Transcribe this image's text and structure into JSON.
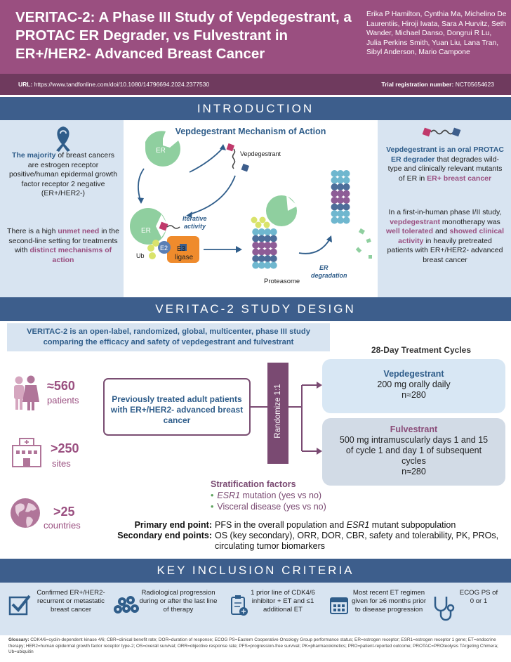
{
  "header": {
    "title": "VERITAC-2: A Phase III Study of Vepdegestrant, a PROTAC ER Degrader, vs Fulvestrant in ER+/HER2- Advanced Breast Cancer",
    "authors": "Erika P Hamilton, Cynthia Ma, Michelino De Laurentiis, Hiroji Iwata, Sara A Hurvitz, Seth Wander, Michael Danso, Dongrui R Lu, Julia Perkins Smith, Yuan Liu, Lana Tran, Sibyl Anderson, Mario Campone",
    "url_label": "URL:",
    "url": "https://www.tandfonline.com/doi/10.1080/14796694.2024.2377530",
    "trial_label": "Trial registration number:",
    "trial_number": "NCT05654623",
    "bg_color": "#9a4f80"
  },
  "intro": {
    "section_title": "INTRODUCTION",
    "left1_highlight": "The majority",
    "left1_text": "of breast cancers are estrogen receptor positive/human epidermal growth factor receptor 2 negative (ER+/HER2-)",
    "left2_a": "There is a high",
    "left2_highlight1": "unmet need",
    "left2_b": "in the second-line setting for treatments with",
    "left2_highlight2": "distinct mechanisms of action",
    "mechanism_title": "Vepdegestrant Mechanism of Action",
    "diagram": {
      "er": "ER",
      "er2": "ER",
      "vepdegestrant": "Vepdegestrant",
      "iterative1": "Iterative",
      "iterative2": "activity",
      "ub": "Ub",
      "e2": "E2",
      "e3": "E3",
      "ligase": "ligase",
      "proteasome": "Proteasome",
      "er_deg1": "ER",
      "er_deg2": "degradation"
    },
    "right1_highlight": "Vepdegestrant is an oral PROTAC ER degrader",
    "right1_text": "that degrades wild-type and clinically relevant mutants of ER in",
    "right1_highlight2": "ER+ breast cancer",
    "right2_a": "In a first-in-human phase I/II study,",
    "right2_h1": "vepdegestrant",
    "right2_b": "monotherapy was",
    "right2_h2": "well tolerated",
    "right2_c": "and",
    "right2_h3": "showed clinical activity",
    "right2_d": "in heavily pretreated patients with ER+/HER2- advanced breast cancer"
  },
  "design": {
    "section_title": "VERITAC-2 STUDY DESIGN",
    "banner": "VERITAC-2 is an open-label, randomized, global, multicenter, phase III study comparing the efficacy and safety of vepdegestrant and fulvestrant",
    "cycles_title": "28-Day Treatment Cycles",
    "stats": [
      {
        "value": "≈560",
        "label": "patients"
      },
      {
        "value": ">250",
        "label": "sites"
      },
      {
        "value": ">25",
        "label": "countries"
      }
    ],
    "population": "Previously treated adult patients with ER+/HER2- advanced breast cancer",
    "randomize": "Randomize 1:1",
    "arm1": {
      "name": "Vepdegestrant",
      "dose": "200 mg orally daily",
      "n": "n≈280"
    },
    "arm2": {
      "name": "Fulvestrant",
      "dose": "500 mg intramuscularly days 1 and 15 of cycle 1 and day 1 of subsequent cycles",
      "n": "n≈280"
    },
    "strat_title": "Stratification factors",
    "strat_items": [
      {
        "em": "ESR1",
        "rest": " mutation (yes vs no)"
      },
      {
        "em": "",
        "rest": "Visceral disease (yes vs no)"
      }
    ],
    "primary_label": "Primary end point:",
    "primary_a": "PFS in the overall population and",
    "primary_em": "ESR1",
    "primary_b": "mutant subpopulation",
    "secondary_label": "Secondary end points:",
    "secondary": "OS (key secondary), ORR, DOR, CBR, safety and tolerability, PK, PROs, circulating tumor biomarkers"
  },
  "inclusion": {
    "section_title": "KEY INCLUSION CRITERIA",
    "items": [
      {
        "icon": "checkbox-icon",
        "text": "Confirmed ER+/HER2- recurrent or metastatic breast cancer"
      },
      {
        "icon": "cells-icon",
        "text": "Radiological progression during or after the last line of therapy"
      },
      {
        "icon": "clipboard-pill-icon",
        "text": "1 prior line of CDK4/6 inhibitor + ET and ≤1 additional ET"
      },
      {
        "icon": "calendar-icon",
        "text": "Most recent ET regimen given for ≥6 months prior to disease progression"
      },
      {
        "icon": "stethoscope-icon",
        "text": "ECOG PS of 0 or 1"
      }
    ]
  },
  "glossary": {
    "label": "Glossary:",
    "text": "CDK4/6=cyclin-dependent kinase 4/6; CBR=clinical benefit rate; DOR=duration of response; ECOG PS=Eastern Cooperative Oncology Group performance status; ER=estrogen receptor; ESR1=estrogen receptor 1 gene; ET=endocrine therapy; HER2=human epidermal growth factor receptor type-2; OS=overall survival; ORR=objective response rate; PFS=progression-free survival; PK=pharmacokinetics; PRO=patient-reported outcome; PROTAC=PROteolysis TArgeting Chimera; Ub=ubiquitin"
  },
  "colors": {
    "purple": "#9a4f80",
    "navy": "#3d5e8c",
    "light_blue": "#d8e4f1",
    "er_green": "#8fcf9f",
    "e3_orange": "#ef8b2c"
  }
}
